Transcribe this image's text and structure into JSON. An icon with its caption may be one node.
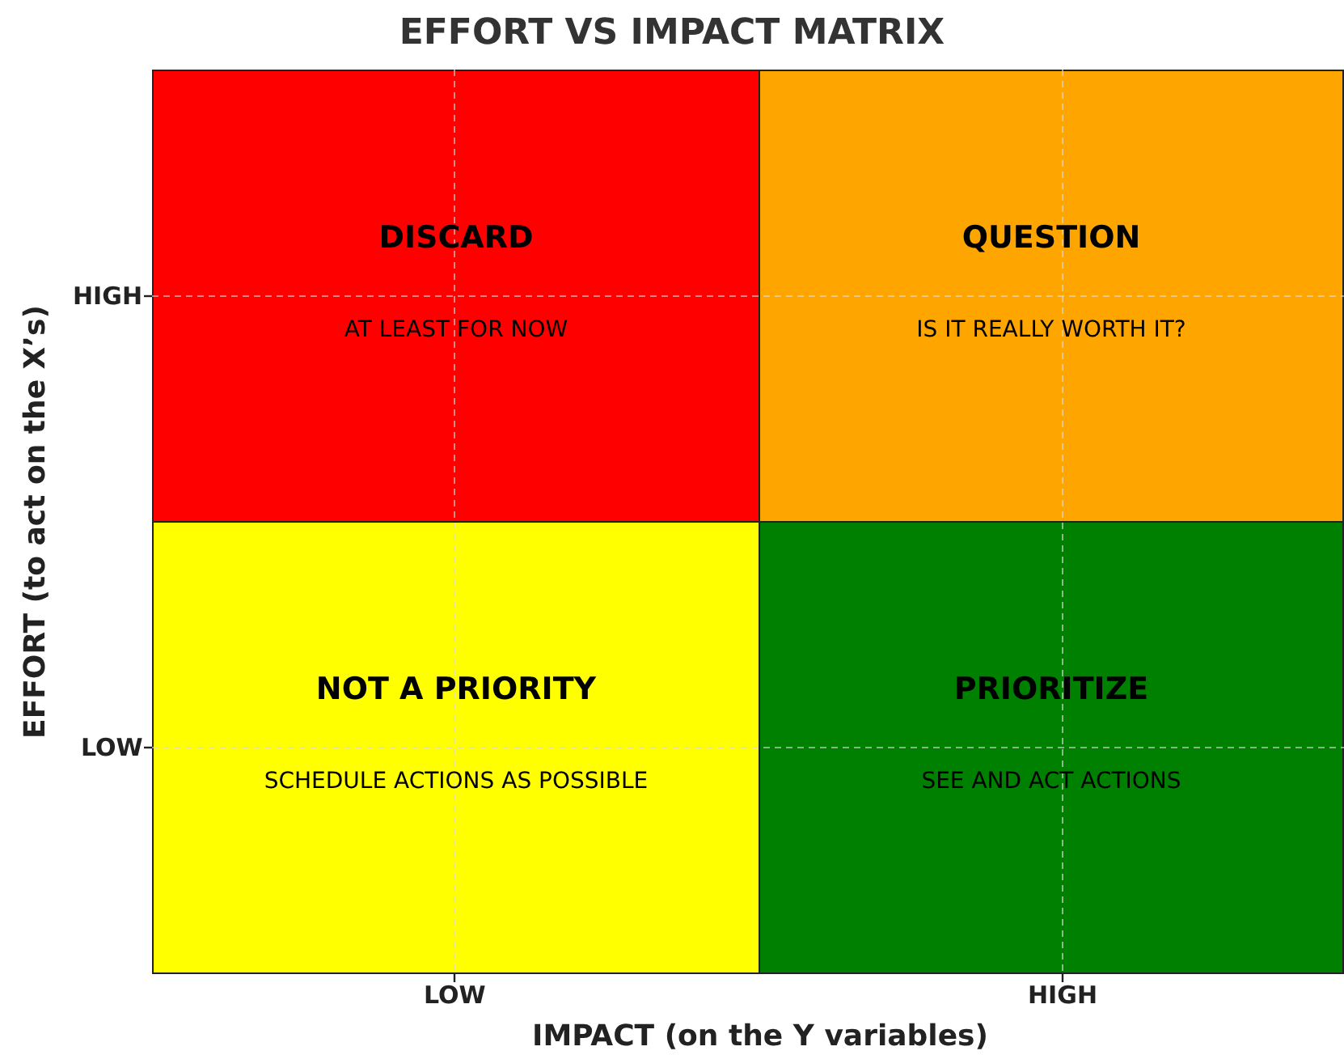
{
  "diagram": {
    "title": "EFFORT VS IMPACT MATRIX",
    "nodes": [
      {
        "text": [
          "DISCARD",
          "AT LEAST FOR NOW"
        ]
      },
      {
        "text": [
          "QUESTION",
          "IS IT REALLY WORTH IT?"
        ]
      },
      {
        "text": [
          "NOT A PRIORITY",
          "SCHEDULE ACTIONS AS POSSIBLE"
        ]
      },
      {
        "text": [
          "PRIORITIZE",
          "SEE AND ACT ACTIONS"
        ]
      }
    ],
    "labels": [
      "EFFORT (to act on the X’s)",
      "HIGH",
      "LOW",
      "LOW",
      "HIGH",
      "IMPACT (on the Y variables)"
    ]
  }
}
